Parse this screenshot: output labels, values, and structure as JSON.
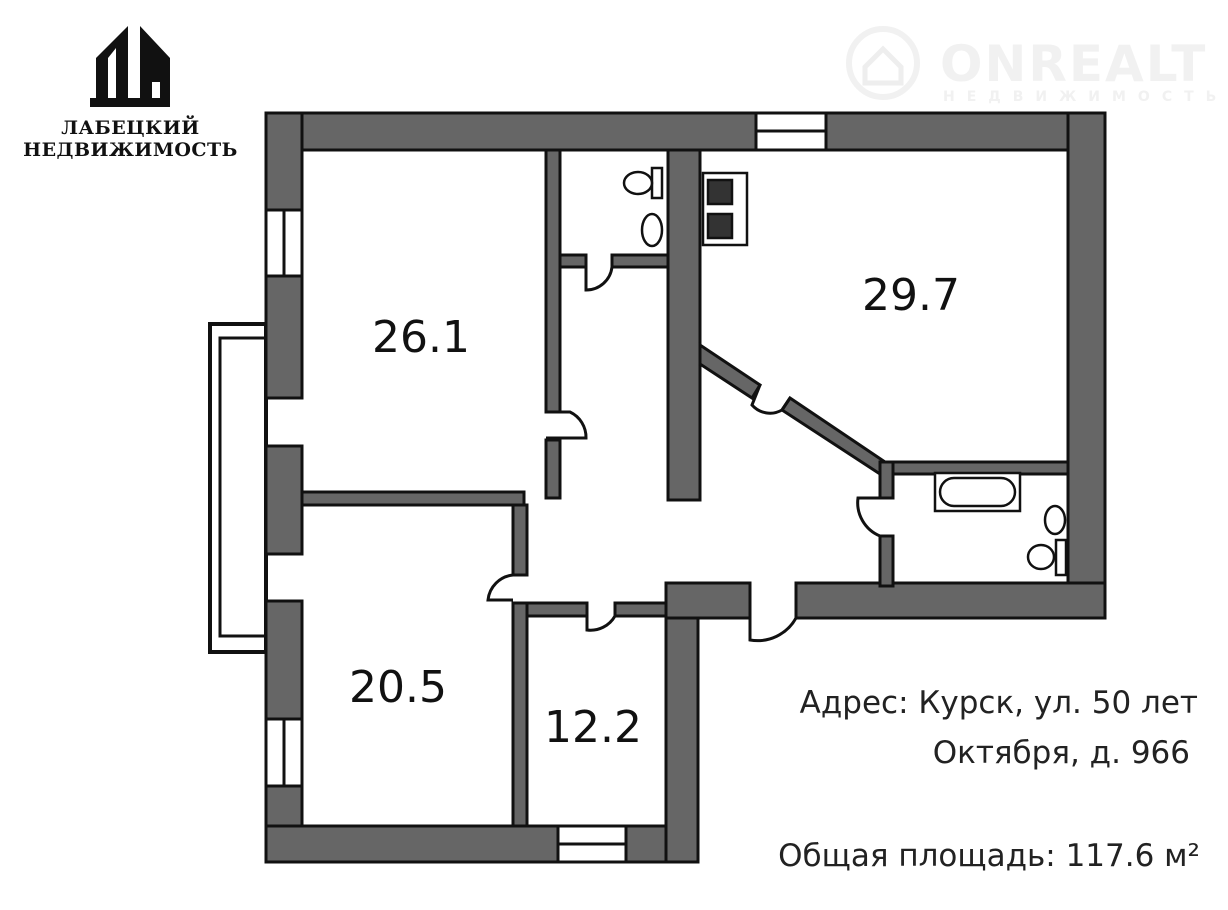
{
  "logo": {
    "line1": "ЛАБЕЦКИЙ",
    "line2": "НЕДВИЖИМОСТЬ"
  },
  "watermark": {
    "brand": "ONREALT",
    "sub": "НЕДВИЖИМОСТЬ"
  },
  "rooms": {
    "room_a": "26.1",
    "room_b": "29.7",
    "room_c": "20.5",
    "room_d": "12.2"
  },
  "address": {
    "line1": "Адрес: Курск, ул. 50 лет",
    "line2": "Октября, д. 966"
  },
  "total_area": "Общая площадь: 117.6 м²",
  "colors": {
    "wall": "#666666",
    "outline": "#111111"
  }
}
